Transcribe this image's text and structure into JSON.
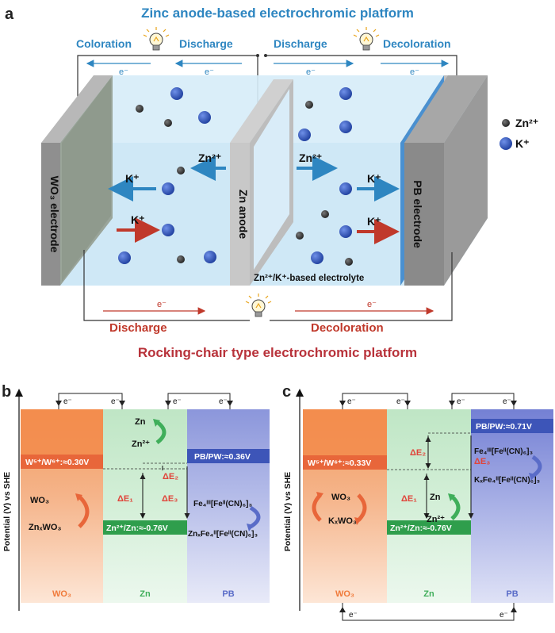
{
  "panel_a": {
    "label": "a",
    "title_top": "Zinc anode-based electrochromic platform",
    "title_bottom": "Rocking-chair type electrochromic platform",
    "coloration": "Coloration",
    "discharge": "Discharge",
    "decoloration": "Decoloration",
    "electron": "e⁻",
    "wo3_electrode": "WO₃ electrode",
    "zn_anode": "Zn anode",
    "pb_electrode": "PB electrode",
    "electrolyte": "Zn²⁺/K⁺-based electrolyte",
    "zn_ion": "Zn²⁺",
    "k_ion": "K⁺",
    "legend_zn": "Zn²⁺",
    "legend_k": "K⁺"
  },
  "panel_b": {
    "label": "b",
    "ylabel": "Potential (V) vs SHE",
    "electron": "e⁻",
    "wo3_potential": "W⁵⁺/W⁶⁺:≈0.30V",
    "pb_potential": "PB/PW:≈0.36V",
    "zn_potential": "Zn²⁺/Zn:≈-0.76V",
    "de1": "ΔE₁",
    "de2": "ΔE₂",
    "de3": "ΔE₃",
    "wo3_top": "WO₃",
    "wo3_bottom": "ZnₓWO₃",
    "zn_top": "Zn",
    "zn_bottom": "Zn²⁺",
    "pb_top": "Fe₄ᴵᴵᴵ[Feᴵᴵ(CN)₆]₃",
    "pb_bottom": "ZnₓFe₄ᴵᴵ[Feᴵᴵ(CN)₆]₃",
    "col_wo3": "WO₃",
    "col_zn": "Zn",
    "col_pb": "PB"
  },
  "panel_c": {
    "label": "c",
    "ylabel": "Potential (V) vs SHE",
    "electron": "e⁻",
    "wo3_potential": "W⁵⁺/W⁶⁺:≈0.33V",
    "pb_potential": "PB/PW:≈0.71V",
    "zn_potential": "Zn²⁺/Zn:≈-0.76V",
    "de1": "ΔE₁",
    "de2": "ΔE₂",
    "de3": "ΔE₃",
    "wo3_top": "WO₃",
    "wo3_bottom": "KₓWO₃",
    "zn_top": "Zn",
    "zn_bottom": "Zn²⁺",
    "pb_top": "Fe₄ᴵᴵᴵ[Feᴵᴵ(CN)₆]₃",
    "pb_bottom": "KₓFe₄ᴵᴵ[Feᴵᴵ(CN)₆]₃",
    "col_wo3": "WO₃",
    "col_zn": "Zn",
    "col_pb": "PB"
  },
  "colors": {
    "title_blue": "#2e86c1",
    "title_red": "#b8323a",
    "wo3_orange": "#f07a3a",
    "zn_green": "#3fae5a",
    "pb_blue": "#5a6cc8",
    "delta_red": "#e0443a",
    "k_ion_blue": "#2b4fb8",
    "zn_ion_dark": "#333333"
  }
}
